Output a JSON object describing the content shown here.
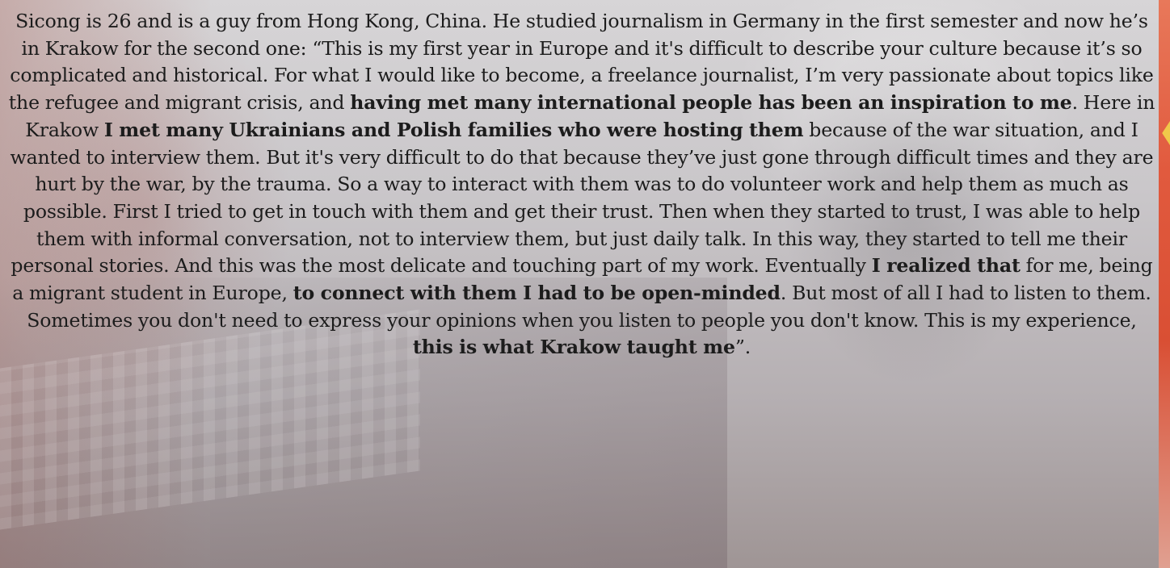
{
  "story": {
    "s1": "Sicong is 26 and is a guy from Hong Kong, China. He studied journalism in Germany in the first semester and now he’s in Krakow for the second one: “This is my first year in Europe and it's difficult to describe your culture because it’s so complicated and historical. For what I would like to become, a freelance journalist, I’m very passionate about topics like the refugee and migrant crisis, and ",
    "b1": "having met many international people has been an inspiration to me",
    "s2": ". Here in Krakow ",
    "b2": "I met many Ukrainians and Polish families who were hosting them",
    "s3": " because of the war situation, and I wanted to interview them. But it's very difficult to do that because they’ve just gone through difficult times and they are hurt by the war, by the trauma. So a way to interact with them was to do volunteer work and help them as much as possible. First I tried to get in touch with them and get their trust. Then when they started to trust, I was able to help them with informal conversation, not to interview them, but just daily talk. In this way, they started to tell me their personal stories. And this was the most delicate and touching part of my work. Eventually ",
    "b3": "I realized that",
    "s4": " for me, being a migrant student in Europe, ",
    "b4": "to connect with them I had to be open-minded",
    "s5": ". But most of all I had to listen to them. Sometimes you don't need to express your opinions when you listen to people you don't know. This is my experience, ",
    "b5": "this is what Krakow taught me",
    "s6": "”."
  }
}
